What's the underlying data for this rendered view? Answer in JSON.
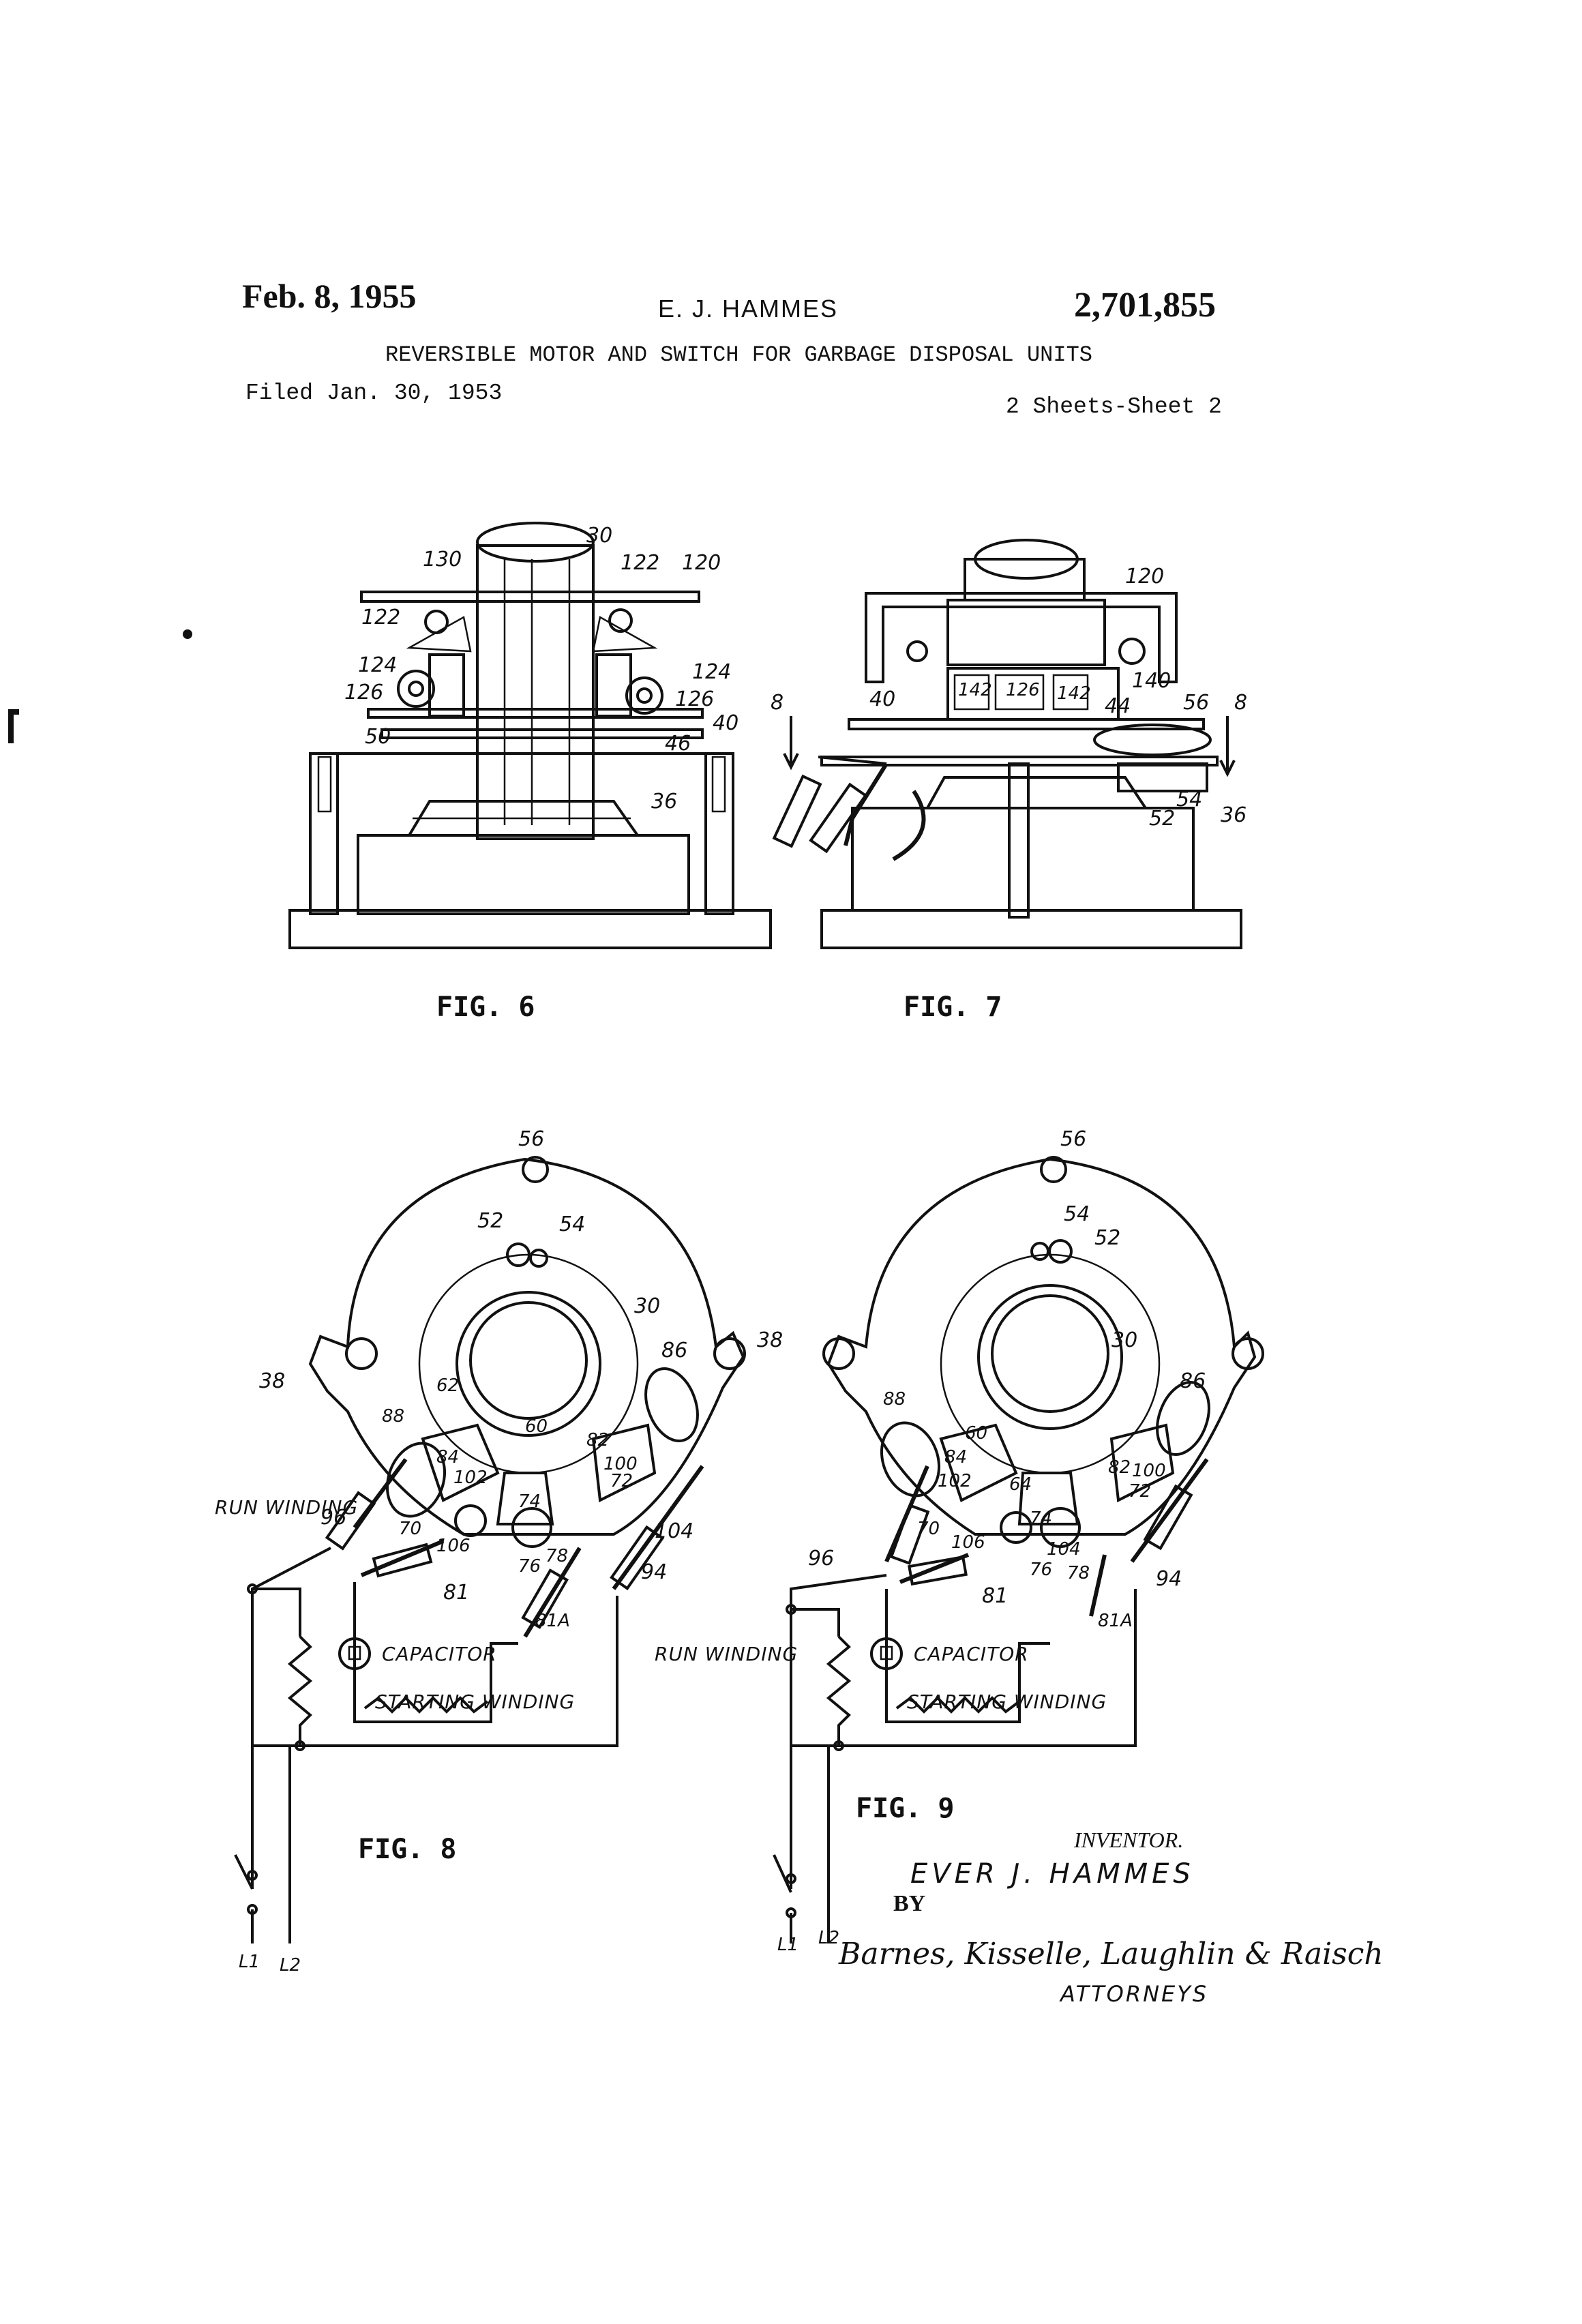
{
  "header": {
    "date": "Feb. 8, 1955",
    "inventor": "E. J. HAMMES",
    "patent_number": "2,701,855",
    "title": "REVERSIBLE MOTOR AND SWITCH FOR GARBAGE DISPOSAL UNITS",
    "filed": "Filed Jan. 30, 1953",
    "sheets": "2 Sheets-Sheet 2"
  },
  "figures": {
    "fig6": {
      "caption": "FIG. 6",
      "labels": [
        "130",
        "30",
        "122",
        "120",
        "122",
        "124",
        "126",
        "50",
        "124",
        "126",
        "40",
        "46",
        "36"
      ]
    },
    "fig7": {
      "caption": "FIG. 7",
      "labels": [
        "120",
        "142",
        "126",
        "142",
        "140",
        "8",
        "40",
        "44",
        "56",
        "8",
        "54",
        "52",
        "36"
      ]
    },
    "fig8": {
      "caption": "FIG. 8",
      "labels": [
        "56",
        "52",
        "54",
        "30",
        "38",
        "86",
        "62",
        "88",
        "60",
        "84",
        "82",
        "102",
        "100",
        "72",
        "74",
        "96",
        "70",
        "106",
        "78",
        "104",
        "76",
        "81",
        "81A",
        "94",
        "L1",
        "L2"
      ],
      "run_winding": "RUN WINDING",
      "capacitor": "CAPACITOR",
      "starting_winding": "STARTING WINDING"
    },
    "fig9": {
      "caption": "FIG. 9",
      "labels": [
        "56",
        "54",
        "52",
        "30",
        "38",
        "86",
        "88",
        "60",
        "84",
        "64",
        "82",
        "100",
        "72",
        "102",
        "70",
        "106",
        "74",
        "104",
        "76",
        "78",
        "81",
        "81A",
        "96",
        "94",
        "L1",
        "L2"
      ],
      "run_winding": "RUN WINDING",
      "capacitor": "CAPACITOR",
      "starting_winding": "STARTING WINDING"
    }
  },
  "signature_block": {
    "inventor_label": "INVENTOR.",
    "inventor_name": "EVER J. HAMMES",
    "by": "BY",
    "attorneys_firm": "Barnes, Kisselle, Laughlin & Raisch",
    "attorneys_label": "ATTORNEYS"
  }
}
